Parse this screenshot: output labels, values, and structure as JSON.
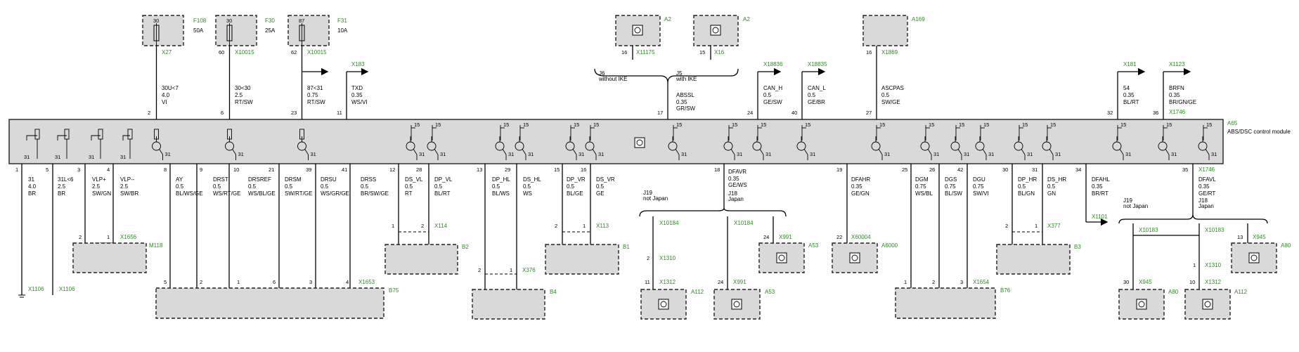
{
  "module": {
    "id": "A65",
    "name": "ABS/DSC control module"
  },
  "top_components": [
    {
      "id": "F108",
      "pin": "30",
      "rating": "50A"
    },
    {
      "id": "F30",
      "pin": "30",
      "rating": "25A"
    },
    {
      "id": "F31",
      "pin": "87",
      "rating": "10A"
    },
    {
      "id": "A2",
      "pin": "",
      "rating": ""
    },
    {
      "id": "A2",
      "pin": "",
      "rating": ""
    },
    {
      "id": "A169",
      "pin": "",
      "rating": ""
    }
  ],
  "top_wires": [
    {
      "module_pin": "2",
      "conn_pin": "",
      "connector": "X27",
      "signal": "30U<7",
      "size": "4.0",
      "color": "VI"
    },
    {
      "module_pin": "6",
      "conn_pin": "60",
      "connector": "X10015",
      "signal": "30<30",
      "size": "2.5",
      "color": "RT/SW"
    },
    {
      "module_pin": "23",
      "conn_pin": "62",
      "connector": "X10015",
      "signal": "87<31",
      "size": "0.75",
      "color": "RT/SW"
    },
    {
      "module_pin": "11",
      "conn_pin": "",
      "connector": "X183",
      "signal": "TXD",
      "size": "0.35",
      "color": "WS/VI"
    },
    {
      "module_pin": "17",
      "conn_pin": "",
      "connector": "",
      "signal": "ABSSL",
      "size": "0.35",
      "color": "GR/SW"
    },
    {
      "module_pin": "24",
      "conn_pin": "",
      "connector": "X18836",
      "signal": "CAN_H",
      "size": "0.5",
      "color": "GE/SW"
    },
    {
      "module_pin": "40",
      "conn_pin": "",
      "connector": "X18835",
      "signal": "CAN_L",
      "size": "0.5",
      "color": "GE/BR"
    },
    {
      "module_pin": "27",
      "conn_pin": "16",
      "connector": "X1869",
      "signal": "ASCPAS",
      "size": "0.5",
      "color": "SW/GE"
    },
    {
      "module_pin": "32",
      "conn_pin": "",
      "connector": "X181",
      "signal": "54",
      "size": "0.35",
      "color": "BL/RT"
    },
    {
      "module_pin": "36",
      "conn_pin": "",
      "connector": "X1123",
      "signal": "BRFN",
      "size": "0.35",
      "color": "BR/GN/GE"
    }
  ],
  "a2_connections": [
    {
      "pin": "16",
      "connector": "X11175"
    },
    {
      "pin": "15",
      "connector": "X16"
    }
  ],
  "variant_labels": {
    "j6": "J6",
    "j5": "J5",
    "without_ike": "without IKE",
    "with_ike": "with IKE",
    "j19": "J19",
    "not_japan": "not Japan",
    "j18": "J18",
    "japan": "Japan"
  },
  "supply_label": "15",
  "ground_label": "31",
  "bottom_wires": [
    {
      "module_pin": "1",
      "signal": "31",
      "size": "4.0",
      "color": "BR"
    },
    {
      "module_pin": "5",
      "signal": "31L<6",
      "size": "2.5",
      "color": "BR"
    },
    {
      "module_pin": "3",
      "signal": "VLP+",
      "size": "2.5",
      "color": "SW/GN"
    },
    {
      "module_pin": "4",
      "signal": "VLP--",
      "size": "2.5",
      "color": "SW/BR"
    },
    {
      "module_pin": "8",
      "signal": "AY",
      "size": "0.5",
      "color": "BL/WS/GE"
    },
    {
      "module_pin": "9",
      "signal": "",
      "size": "",
      "color": ""
    },
    {
      "module_pin": "10",
      "signal": "DRST",
      "size": "0.5",
      "color": "WS/RT/GE"
    },
    {
      "module_pin": "21",
      "signal": "DRSREF",
      "size": "0.5",
      "color": "WS/BL/GE"
    },
    {
      "module_pin": "39",
      "signal": "DRSM",
      "size": "0.5",
      "color": "SW/RT/GE"
    },
    {
      "module_pin": "41",
      "signal": "DRSU",
      "size": "0.5",
      "color": "WS/GR/GE"
    },
    {
      "module_pin": "",
      "signal": "DRSS",
      "size": "0.5",
      "color": "BR/SW/GE"
    },
    {
      "module_pin": "12",
      "signal": "DS_VL",
      "size": "0.5",
      "color": "RT"
    },
    {
      "module_pin": "28",
      "signal": "DP_VL",
      "size": "0.5",
      "color": "BL/RT"
    },
    {
      "module_pin": "13",
      "signal": "",
      "size": "",
      "color": ""
    },
    {
      "module_pin": "29",
      "signal": "DP_HL",
      "size": "0.5",
      "color": "BL/WS"
    },
    {
      "module_pin": "",
      "signal": "DS_HL",
      "size": "0.5",
      "color": "WS"
    },
    {
      "module_pin": "15",
      "signal": "DP_VR",
      "size": "0.5",
      "color": "BL/GE"
    },
    {
      "module_pin": "16",
      "signal": "DS_VR",
      "size": "0.5",
      "color": "GE"
    },
    {
      "module_pin": "18",
      "signal": "DFAVR",
      "size": "0.35",
      "color": "GE/WS"
    },
    {
      "module_pin": "19",
      "signal": "DFAHR",
      "size": "0.35",
      "color": "GE/GN"
    },
    {
      "module_pin": "25",
      "signal": "DGM",
      "size": "0.75",
      "color": "WS/BL"
    },
    {
      "module_pin": "26",
      "signal": "DGS",
      "size": "0.75",
      "color": "BL/SW"
    },
    {
      "module_pin": "42",
      "signal": "DGU",
      "size": "0.75",
      "color": "SW/VI"
    },
    {
      "module_pin": "30",
      "signal": "DP_HR",
      "size": "0.5",
      "color": "BL/GN"
    },
    {
      "module_pin": "31",
      "signal": "DS_HR",
      "size": "0.5",
      "color": "GN"
    },
    {
      "module_pin": "34",
      "signal": "DFAHL",
      "size": "0.35",
      "color": "BR/RT"
    },
    {
      "module_pin": "35",
      "signal": "DFAVL",
      "size": "0.35",
      "color": "GE/RT"
    }
  ],
  "bottom_conn_labels": {
    "x1106a": "X1106",
    "x1106b": "X1106",
    "x1656": "X1656",
    "x114": "X114",
    "x376": "X376",
    "x113": "X113",
    "x10184a": "X10184",
    "x10184b": "X10184",
    "x1310a": "X1310",
    "x1312a": "X1312",
    "x991a": "X991",
    "x991b": "X991",
    "x60004": "X60004",
    "x1653": "X1653",
    "x1654": "X1654",
    "x377": "X377",
    "x1101": "X1101",
    "x10183a": "X10183",
    "x10183b": "X10183",
    "x1310b": "X1310",
    "x1312b": "X1312",
    "x945a": "X945",
    "x945b": "X945",
    "x1746": "X1746",
    "x1746b": "X1746"
  },
  "bottom_components": {
    "m118": "M118",
    "b2": "B2",
    "b4": "B4",
    "b1": "B1",
    "a112a": "A112",
    "a53a": "A53",
    "a53b": "A53",
    "a6000": "A6000",
    "b75": "B75",
    "b76": "B76",
    "b3": "B3",
    "a80a": "A80",
    "a80b": "A80",
    "a112b": "A112"
  },
  "pin_numbers": {
    "p11": "11",
    "p24a": "24",
    "p24b": "24",
    "p22": "22",
    "p30": "30",
    "p10": "10",
    "p13": "13",
    "p1": "1",
    "p2": "2"
  }
}
